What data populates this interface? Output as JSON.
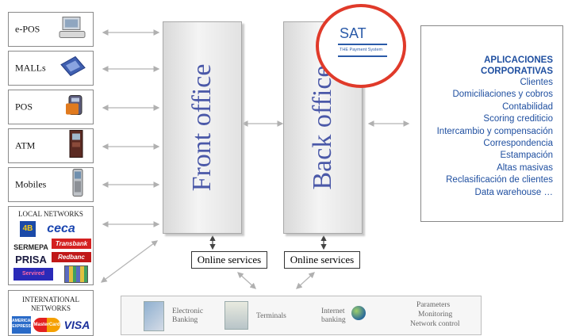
{
  "channels": [
    {
      "label": "e-POS",
      "icon": "computer-icon"
    },
    {
      "label": "MALLs",
      "icon": "shopping-icon"
    },
    {
      "label": "POS",
      "icon": "pos-terminal-icon"
    },
    {
      "label": "ATM",
      "icon": "atm-icon"
    },
    {
      "label": "Mobiles",
      "icon": "mobile-phone-icon"
    }
  ],
  "local_networks": {
    "title": "LOCAL  NETWORKS",
    "logos": [
      "4B",
      "ceca",
      "Transbank",
      "SERMEPA",
      "PRISA",
      "Redbanc",
      "Servired"
    ]
  },
  "international_networks": {
    "title_line1": "INTERNATIONAL",
    "title_line2": "NETWORKS",
    "logos": [
      "AMERICAN EXPRESS",
      "MasterCard",
      "VISA"
    ]
  },
  "front_office": "Front office",
  "back_office": "Back office",
  "online_services_1": "Online services",
  "online_services_2": "Online services",
  "sat": {
    "title": "SAT",
    "subtitle": "THE Payment System",
    "ring_color": "#e03a2a"
  },
  "applications": {
    "header_line1": "APLICACIONES",
    "header_line2": "CORPORATIVAS",
    "items": [
      "Clientes",
      "Domiciliaciones y cobros",
      "Contabilidad",
      "Scoring crediticio",
      "Intercambio y compensación",
      "Correspondencia",
      "Estampación",
      "Altas masivas",
      "Reclasificación de clientes",
      "Data warehouse …"
    ]
  },
  "bottom": {
    "electronic_banking_1": "Electronic",
    "electronic_banking_2": "Banking",
    "terminals": "Terminals",
    "internet_banking_1": "Internet",
    "internet_banking_2": "banking",
    "params_1": "Parameters",
    "params_2": "Monitoring",
    "params_3": "Network control"
  },
  "colors": {
    "office_text": "#4a58a8",
    "apps_text": "#1f4fa0",
    "arrow": "#b5b5b5"
  }
}
